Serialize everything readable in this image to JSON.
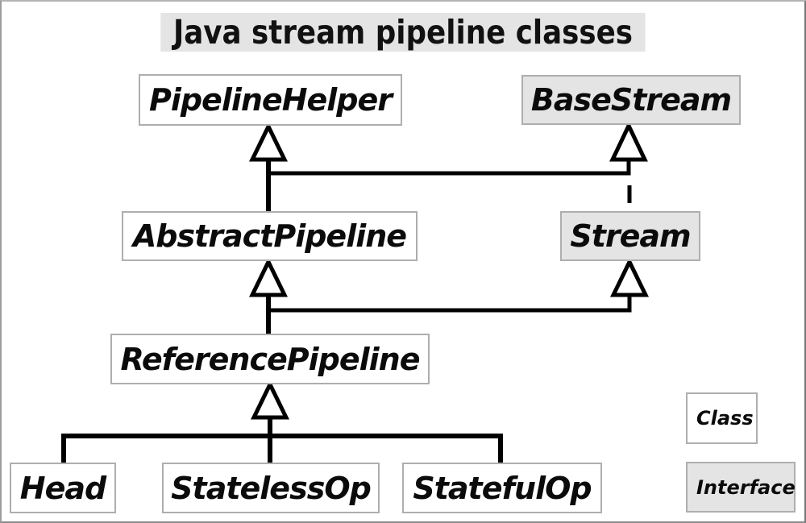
{
  "title": "Java stream pipeline classes",
  "nodes": {
    "pipeline_helper": {
      "label": "PipelineHelper",
      "kind": "class"
    },
    "base_stream": {
      "label": "BaseStream",
      "kind": "interface"
    },
    "abstract_pipeline": {
      "label": "AbstractPipeline",
      "kind": "class"
    },
    "stream": {
      "label": "Stream",
      "kind": "interface"
    },
    "reference_pipeline": {
      "label": "ReferencePipeline",
      "kind": "class"
    },
    "head": {
      "label": "Head",
      "kind": "class"
    },
    "stateless_op": {
      "label": "StatelessOp",
      "kind": "class"
    },
    "stateful_op": {
      "label": "StatefulOp",
      "kind": "class"
    }
  },
  "edges": [
    {
      "from": "AbstractPipeline",
      "to": "PipelineHelper",
      "type": "generalization",
      "style": "solid"
    },
    {
      "from": "AbstractPipeline",
      "to": "BaseStream",
      "type": "generalization",
      "style": "solid"
    },
    {
      "from": "Stream",
      "to": "BaseStream",
      "type": "generalization",
      "style": "dashed"
    },
    {
      "from": "ReferencePipeline",
      "to": "AbstractPipeline",
      "type": "generalization",
      "style": "solid"
    },
    {
      "from": "ReferencePipeline",
      "to": "Stream",
      "type": "generalization",
      "style": "solid"
    },
    {
      "from": "Head",
      "to": "ReferencePipeline",
      "type": "generalization",
      "style": "solid"
    },
    {
      "from": "StatelessOp",
      "to": "ReferencePipeline",
      "type": "generalization",
      "style": "solid"
    },
    {
      "from": "StatefulOp",
      "to": "ReferencePipeline",
      "type": "generalization",
      "style": "solid"
    }
  ],
  "legend": {
    "class_label": "Class",
    "interface_label": "Interface"
  },
  "colors": {
    "class_fill": "#ffffff",
    "interface_fill": "#e4e4e4",
    "title_background": "#e4e4e4",
    "box_border": "#aeaeae",
    "line_color": "#000000",
    "text_color": "#0b0b0b"
  }
}
